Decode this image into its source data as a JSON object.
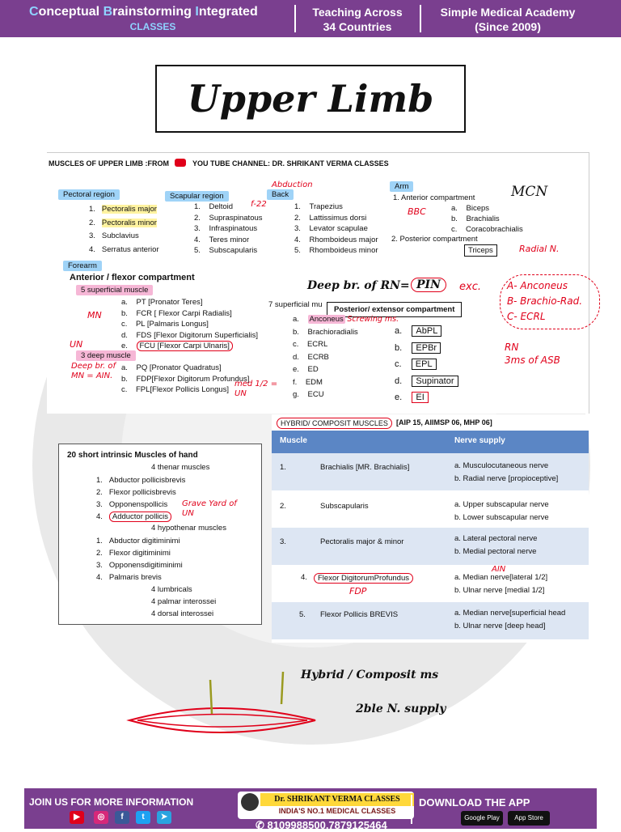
{
  "header": {
    "brand_c": "C",
    "brand_1": "onceptual ",
    "brand_b": "B",
    "brand_2": "rainstorming ",
    "brand_i": "I",
    "brand_3": "ntegrated",
    "brand_sub": "CLASSES",
    "col1_l1": "Teaching Across",
    "col1_l2": "34 Countries",
    "col2_l1": "Simple Medical Academy",
    "col2_l2": "(Since 2009)"
  },
  "title": "Upper Limb",
  "notes": {
    "heading": "MUSCLES OF UPPER LIMB :FROM",
    "heading2": "YOU TUBE CHANNEL: DR. SHRIKANT VERMA CLASSES",
    "pectoral": {
      "label": "Pectoral region",
      "items": [
        "Pectoralis major",
        "Pectoralis minor",
        "Subclavius",
        "Serratus anterior"
      ],
      "nums": [
        "1.",
        "2.",
        "3.",
        "4."
      ]
    },
    "scapular": {
      "label": "Scapular region",
      "items": [
        "Deltoid",
        "Supraspinatous",
        "Infraspinatous",
        "Teres minor",
        "Subscapularis"
      ],
      "nums": [
        "1.",
        "2.",
        "3.",
        "4.",
        "5."
      ]
    },
    "back": {
      "label": "Back",
      "items": [
        "Trapezius",
        "Lattissimus dorsi",
        "Levator scapulae",
        "Rhomboideus major",
        "Rhomboideus minor"
      ],
      "nums": [
        "1.",
        "2.",
        "3.",
        "4.",
        "5."
      ]
    },
    "arm": {
      "label": "Arm",
      "anterior": "1. Anterior compartment",
      "items": [
        "Biceps",
        "Brachialis",
        "Coracobrachialis"
      ],
      "letters": [
        "a.",
        "b.",
        "c."
      ],
      "posterior": "2. Posterior compartment",
      "triceps": "Triceps"
    },
    "forearm": {
      "label": "Forearm",
      "anterior": "Anterior / flexor compartment",
      "superficial": "5 superficial muscle",
      "sup_items": [
        "PT [Pronator Teres]",
        "FCR [ Flexor Carpi Radialis]",
        "PL [Palmaris Longus]",
        "FDS [Flexor Digitorum Superficialis]",
        "FCU [Flexor Carpi Ulnaris]"
      ],
      "sup_letters": [
        "a.",
        "b.",
        "c.",
        "d.",
        "e."
      ],
      "deep": "3 deep muscle",
      "deep_items": [
        "PQ [Pronator Quadratus]",
        "FDP[Flexor Digitorum Profundus]",
        "FPL[Flexor Pollicis Longus]"
      ],
      "deep_letters": [
        "a.",
        "b.",
        "c."
      ],
      "seven_sup": "7 superficial mu",
      "posterior": "Posterior/ extensor compartment",
      "post_sup": [
        "Anconeus",
        "Brachioradialis",
        "ECRL",
        "ECRB",
        "ED",
        "EDM",
        "ECU"
      ],
      "post_sup_letters": [
        "a.",
        "b.",
        "c.",
        "d.",
        "e.",
        "f.",
        "g."
      ],
      "post_deep": [
        "AbPL",
        "EPBr",
        "EPL",
        "Supinator",
        "EI"
      ],
      "post_deep_letters": [
        "a.",
        "b.",
        "c.",
        "d.",
        "e."
      ]
    }
  },
  "annotations": {
    "abduction": "Abduction",
    "f22": "f-22",
    "bbc": "BBC",
    "mcn": "MCN",
    "radial": "Radial N.",
    "deep_br": "Deep br. of RN=",
    "pin": "PIN",
    "exc": "exc.",
    "a_anc": "A- Anconeus",
    "b_br": "B- Brachio-Rad.",
    "c_ecrl": "C- ECRL",
    "rn": "RN",
    "rn2": "3ms of ASB",
    "mn": "MN",
    "un": "UN",
    "deep_mn": "Deep br. of MN = AIN.",
    "med_un": "med 1/2 = UN",
    "screwing": "Screwing ms.",
    "grave": "Grave Yard of UN",
    "ain": "AIN",
    "hybrid": "Hybrid / Composit ms",
    "double": "2ble N. supply"
  },
  "hybrid": {
    "title": "HYBRID/ COMPOSIT MUSCLES",
    "refs": "[AIP 15, AIIMSP 06, MHP 06]",
    "col_muscle": "Muscle",
    "col_nerve": "Nerve supply",
    "rows": [
      {
        "num": "1.",
        "muscle": "Brachialis [MR. Brachialis]",
        "n1": "a. Musculocutaneous nerve",
        "n2": "b. Radial nerve [propioceptive]"
      },
      {
        "num": "2.",
        "muscle": "Subscapularis",
        "n1": "a. Upper  subscapular nerve",
        "n2": "b. Lower  subscapular nerve"
      },
      {
        "num": "3.",
        "muscle": "Pectoralis major & minor",
        "n1": "a. Lateral pectoral nerve",
        "n2": "b. Medial pectoral nerve"
      },
      {
        "num": "4.",
        "muscle": "Flexor DigitorumProfundus",
        "n1": "a. Median nerve[lateral 1/2]",
        "n2": "b. Ulnar nerve [medial 1/2]"
      },
      {
        "num": "5.",
        "muscle": "Flexor Pollicis BREVIS",
        "n1": "a.  Median nerve[superficial head",
        "n2": "b.  Ulnar nerve [deep head]"
      }
    ],
    "fdp_tag": "FDP"
  },
  "intrinsic": {
    "title": "20 short intrinsic Muscles of hand",
    "thenar": "4 thenar muscles",
    "thenar_items": [
      "Abductor pollicisbrevis",
      "Flexor pollicisbrevis",
      "Opponenspollicis",
      "Adductor pollicis"
    ],
    "hypothenar": "4 hypothenar muscles",
    "hypo_items": [
      "Abductor digitiminimi",
      "Flexor digitiminimi",
      "Opponensdigitiminimi",
      "Palmaris brevis"
    ],
    "nums": [
      "1.",
      "2.",
      "3.",
      "4."
    ],
    "others": [
      "4 lumbricals",
      "4 palmar interossei",
      "4 dorsal interossei"
    ]
  },
  "footer": {
    "join": "JOIN US FOR MORE INFORMATION",
    "badge_name": "Dr. SHRIKANT VERMA CLASSES",
    "badge_sub": "INDIA'S NO.1 MEDICAL CLASSES",
    "phone": "8109988500,7879125464",
    "download": "DOWNLOAD THE APP",
    "google": "Google Play",
    "apple": "App Store"
  },
  "colors": {
    "brand_purple": "#7a3f8f",
    "annot_red": "#e0001a",
    "table_blue": "#5b86c5"
  }
}
